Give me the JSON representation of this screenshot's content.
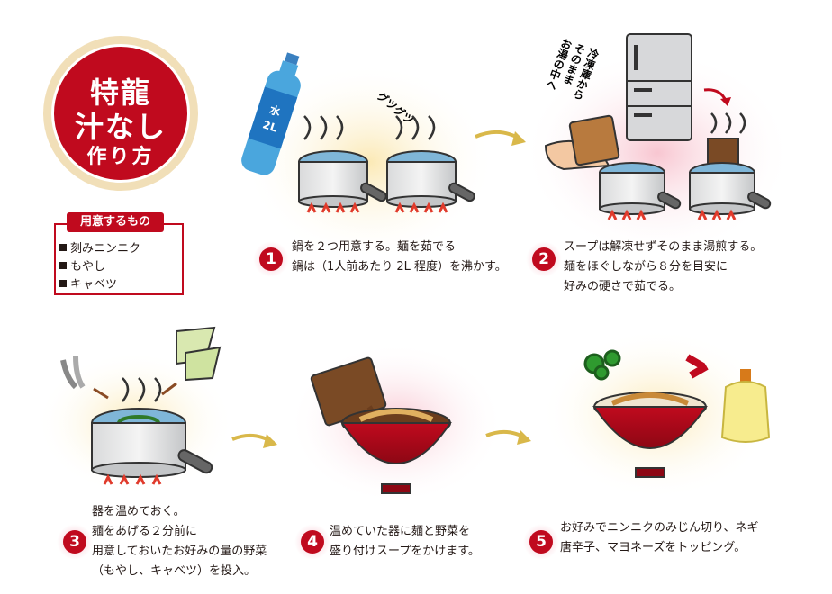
{
  "title": {
    "line1": "特龍",
    "line2": "汁なし",
    "line3": "作り方"
  },
  "ingredients": {
    "heading": "用意するもの",
    "items": [
      "刻みニンニク",
      "もやし",
      "キャベツ"
    ]
  },
  "bottle_label": {
    "line1": "水",
    "line2": "2L"
  },
  "sound_effect": "グツグツ",
  "fridge_note": [
    "冷凍庫から",
    "そのまま",
    "お湯の中へ"
  ],
  "steps": [
    {
      "number": "1",
      "lines": [
        "鍋を２つ用意する。麺を茹でる",
        "鍋は（1人前あたり 2L 程度）を沸かす。"
      ]
    },
    {
      "number": "2",
      "lines": [
        "スープは解凍せずそのまま湯煎する。",
        "麺をほぐしながら８分を目安に",
        "好みの硬さで茹でる。"
      ]
    },
    {
      "number": "3",
      "lines": [
        "器を温めておく。",
        "麺をあげる２分前に",
        "用意しておいたお好みの量の野菜",
        "（もやし、キャベツ）を投入。"
      ]
    },
    {
      "number": "4",
      "lines": [
        "温めていた器に麺と野菜を",
        "盛り付けスープをかけます。"
      ]
    },
    {
      "number": "5",
      "lines": [
        "お好みでニンニクのみじん切り、ネギ",
        "唐辛子、マヨネーズをトッピング。"
      ]
    }
  ],
  "colors": {
    "brand_red": "#c00a1e",
    "arrow_gold": "#d9b84a",
    "steel_blue": "#7fb6d8"
  }
}
